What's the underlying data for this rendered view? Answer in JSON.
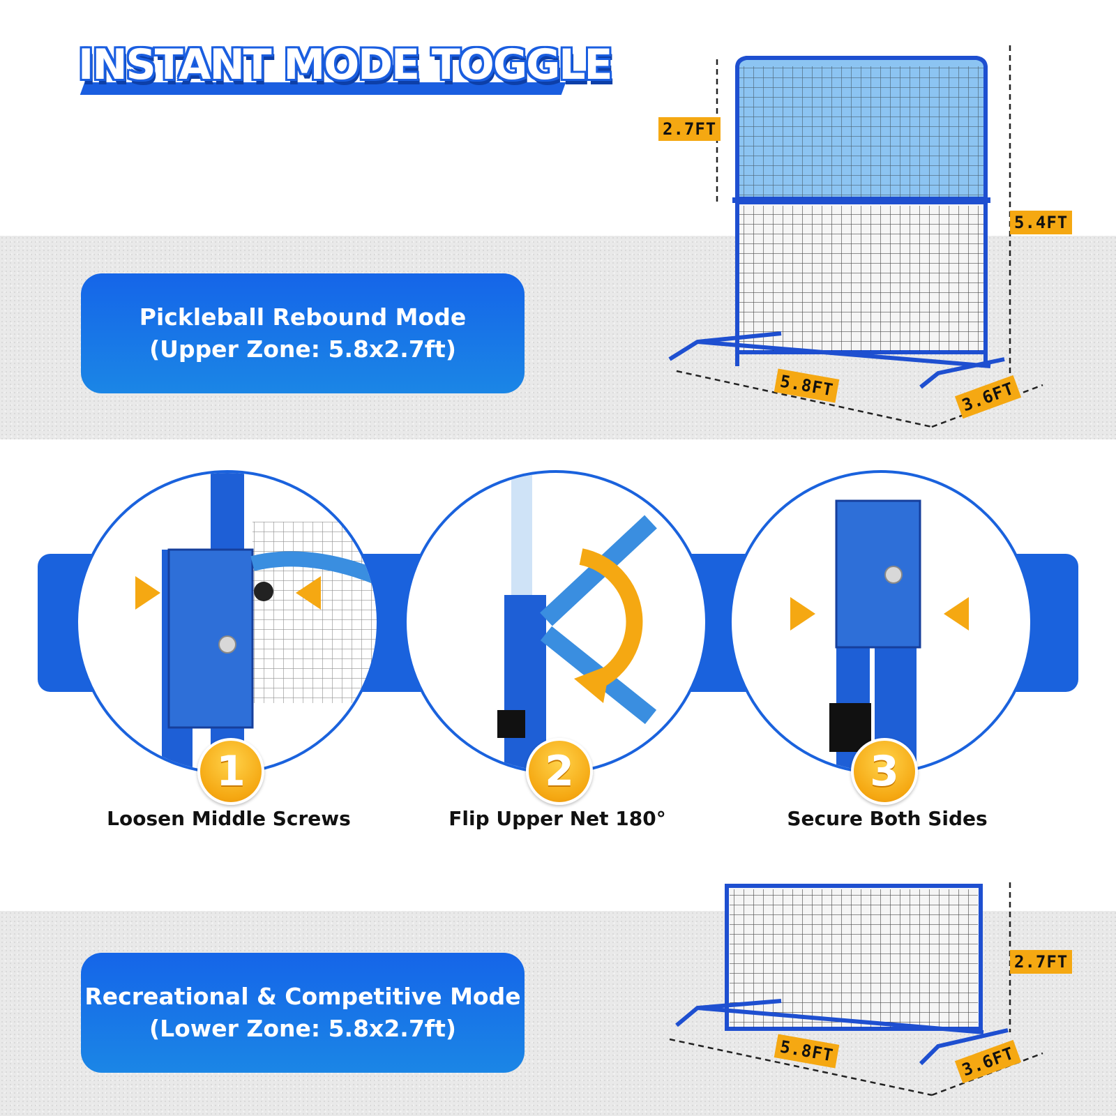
{
  "title": "INSTANT MODE TOGGLE",
  "rebound_mode": {
    "line1": "Pickleball Rebound Mode",
    "line2": "(Upper Zone: 5.8x2.7ft)"
  },
  "recreational_mode": {
    "line1": "Recreational & Competitive Mode",
    "line2": "(Lower Zone: 5.8x2.7ft)"
  },
  "top_net_dimensions": {
    "upper_height": "2.7FT",
    "total_height": "5.4FT",
    "width": "5.8FT",
    "depth": "3.6FT"
  },
  "bottom_net_dimensions": {
    "height": "2.7FT",
    "width": "5.8FT",
    "depth": "3.6FT"
  },
  "steps": [
    {
      "number": "1",
      "label": "Loosen Middle Screws"
    },
    {
      "number": "2",
      "label": "Flip Upper Net 180°"
    },
    {
      "number": "3",
      "label": "Secure Both Sides"
    }
  ],
  "colors": {
    "brand_blue": "#1a62dd",
    "accent_orange": "#f5a812"
  }
}
